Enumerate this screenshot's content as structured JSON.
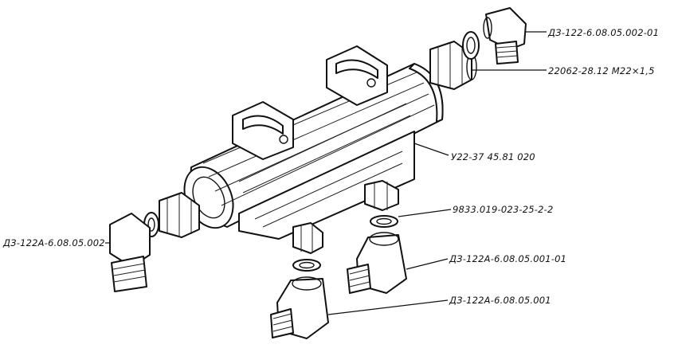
{
  "labels": {
    "elbow_top": "ДЗ-122-6.08.05.002-01",
    "nut_thread": "22062-28.12  М22×1,5",
    "body": "У22-37 45.81 020",
    "washer": "9833.019-023-25-2-2",
    "elbow_left": "ДЗ-122А-6.08.05.002",
    "elbow_mid": "ДЗ-122А-6.08.05.001-01",
    "elbow_bottom": "ДЗ-122А-6.08.05.001"
  }
}
